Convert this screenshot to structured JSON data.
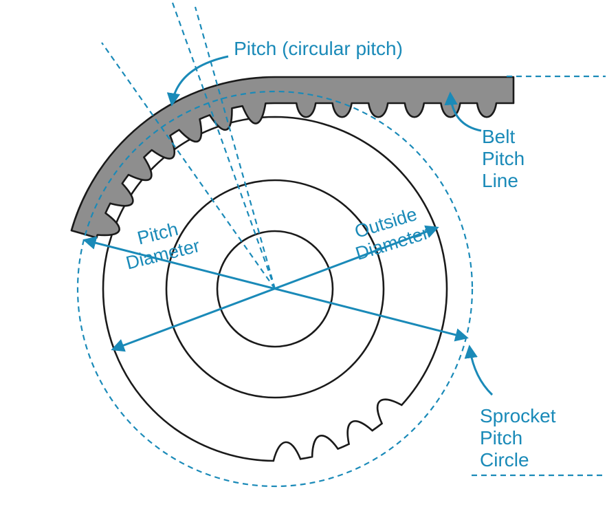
{
  "colors": {
    "accent": "#1a8ab8",
    "belt": "#8e8e8e",
    "line": "#1a1a1a",
    "bg": "#ffffff"
  },
  "labels": {
    "pitch_title": "Pitch (circular pitch)",
    "belt_pitch_line": [
      "Belt",
      "Pitch",
      "Line"
    ],
    "pitch_diameter": [
      "Pitch",
      "Diameter"
    ],
    "outside_diameter": [
      "Outside",
      "Diameter"
    ],
    "sprocket_pitch_circle": [
      "Sprocket",
      "Pitch",
      "Circle"
    ]
  }
}
